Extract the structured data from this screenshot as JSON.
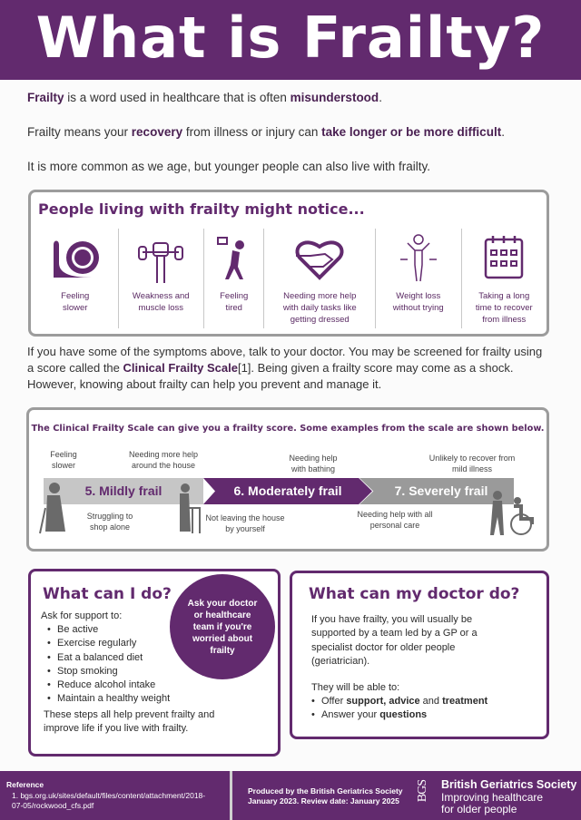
{
  "title": "What is Frailty?",
  "intro": {
    "p1_b1": "Frailty",
    "p1_t1": " is a word used in healthcare that is often ",
    "p1_b2": "misunderstood",
    "p1_t2": ".",
    "p2_t1": "Frailty means your ",
    "p2_b1": "recovery",
    "p2_t2": " from illness or injury can ",
    "p2_b2": "take longer or be more difficult",
    "p2_t3": ".",
    "p3": "It is more common as we age, but younger people can also live with frailty."
  },
  "notice": {
    "title": "People living with frailty might notice...",
    "items": [
      {
        "icon": "snail-clock-icon",
        "label": "Feeling slower"
      },
      {
        "icon": "weight-lifting-icon",
        "label": "Weakness and muscle loss"
      },
      {
        "icon": "tired-person-icon",
        "label": "Feeling tired"
      },
      {
        "icon": "heart-handshake-icon",
        "label": "Needing more help with daily tasks like getting dressed"
      },
      {
        "icon": "weight-loss-icon",
        "label": "Weight loss without trying"
      },
      {
        "icon": "calendar-icon",
        "label": "Taking a long time to recover from illness"
      }
    ]
  },
  "para": {
    "t1": "If you have some of the symptoms above, talk to your doctor. You may be screened for frailty using a score called the ",
    "b1": "Clinical Frailty Scale",
    "t2": "[1]. Being given a frailty score may come as a shock. However, knowing about frailty can help you prevent and manage it."
  },
  "scale": {
    "title": "The Clinical Frailty Scale can give you a frailty score. Some examples from the scale are shown below.",
    "levels": [
      "5. Mildly frail",
      "6. Moderately frail",
      "7. Severely frail"
    ],
    "above": [
      "Feeling slower",
      "Needing more help around the house",
      "Needing help with bathing",
      "Unlikely to recover from mild illness"
    ],
    "below": [
      "Struggling to shop alone",
      "Not leaving the house by yourself",
      "Needing help with all personal care"
    ]
  },
  "can_do": {
    "title": "What can I do?",
    "lead": "Ask for support to:",
    "items": [
      "Be active",
      "Exercise regularly",
      "Eat a balanced diet",
      "Stop smoking",
      "Reduce alcohol intake",
      "Maintain a healthy weight"
    ],
    "closing": "These steps all help prevent frailty and improve life if you live with frailty.",
    "bubble": "Ask your doctor or healthcare team if you're worried about frailty"
  },
  "doctor": {
    "title": "What can my doctor do?",
    "p1": "If you have frailty, you will usually be supported by a team led by a GP or a specialist doctor for older people (geriatrician).",
    "p2": "They will be able to:",
    "i1_t": "Offer ",
    "i1_b1": "support, advice",
    "i1_m": " and ",
    "i1_b2": "treatment",
    "i2_t": "Answer your ",
    "i2_b": "questions"
  },
  "footer": {
    "ref_title": "Reference",
    "ref": "1. bgs.org.uk/sites/default/files/content/attachment/2018-07-05/rockwood_cfs.pdf",
    "produced": "Produced by the British Geriatrics Society January 2023. Review date: January 2025",
    "logo_mark": "BGS",
    "org": "British Geriatrics Society",
    "tagline": "Improving healthcare for older people"
  },
  "colors": {
    "brand": "#622a6e",
    "grey": "#9c9c9c"
  }
}
